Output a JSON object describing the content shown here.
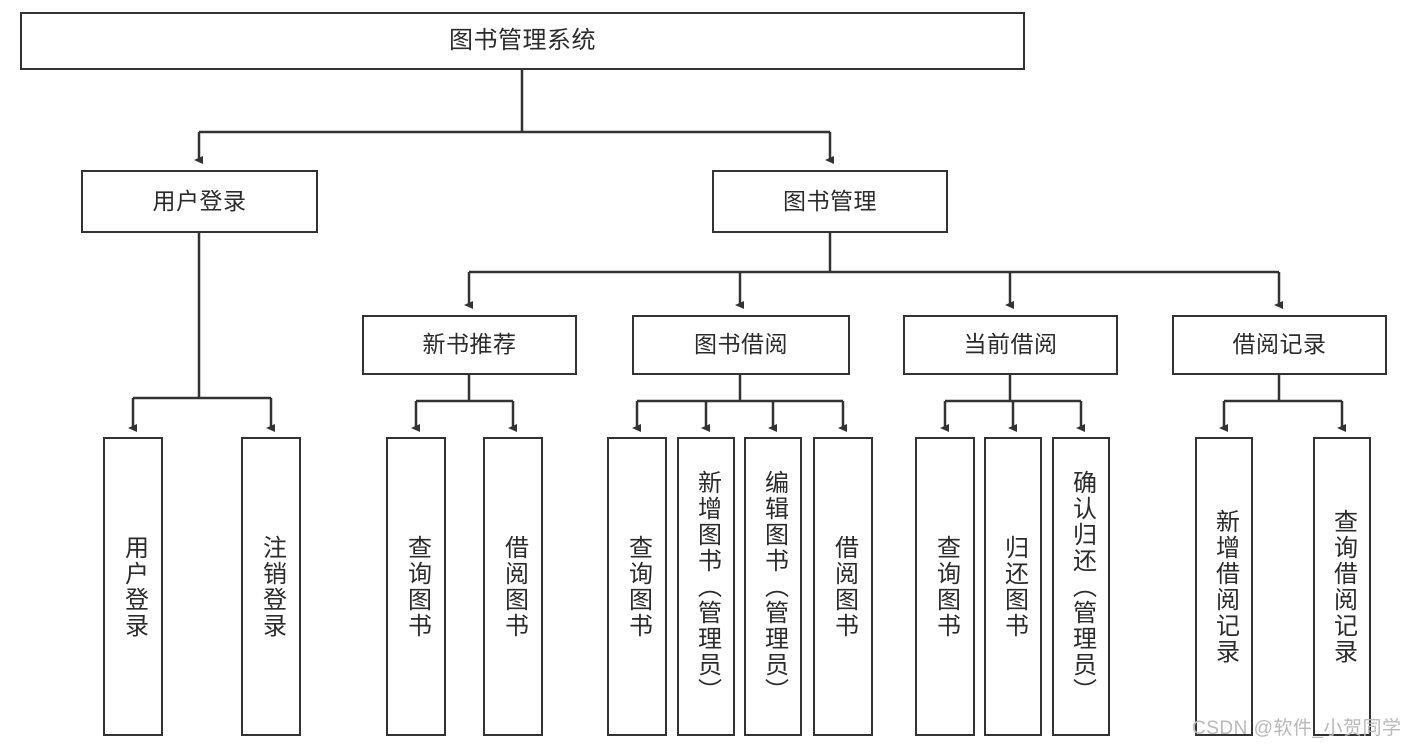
{
  "diagram": {
    "title": "图书管理系统",
    "type": "tree-hierarchy",
    "colors": {
      "box_border": "#333333",
      "box_fill": "#ffffff",
      "connector": "#333333",
      "text": "#2b2b2b",
      "watermark": "#b9b9b9"
    },
    "root": {
      "label": "图书管理系统"
    },
    "level2": [
      {
        "label": "用户登录"
      },
      {
        "label": "图书管理"
      }
    ],
    "level3": [
      {
        "label": "新书推荐"
      },
      {
        "label": "图书借阅"
      },
      {
        "label": "当前借阅"
      },
      {
        "label": "借阅记录"
      }
    ],
    "leaves": {
      "user_login": [
        {
          "label": "用户登录"
        },
        {
          "label": "注销登录"
        }
      ],
      "new_book_recommend": [
        {
          "label": "查询图书"
        },
        {
          "label": "借阅图书"
        }
      ],
      "book_borrow": [
        {
          "label": "查询图书"
        },
        {
          "label": "新增图书（管理员）"
        },
        {
          "label": "编辑图书（管理员）"
        },
        {
          "label": "借阅图书"
        }
      ],
      "current_borrow": [
        {
          "label": "查询图书"
        },
        {
          "label": "归还图书"
        },
        {
          "label": "确认归还（管理员）"
        }
      ],
      "borrow_record": [
        {
          "label": "新增借阅记录"
        },
        {
          "label": "查询借阅记录"
        }
      ]
    }
  },
  "watermark": {
    "text": "CSDN @软件_小贺同学"
  }
}
